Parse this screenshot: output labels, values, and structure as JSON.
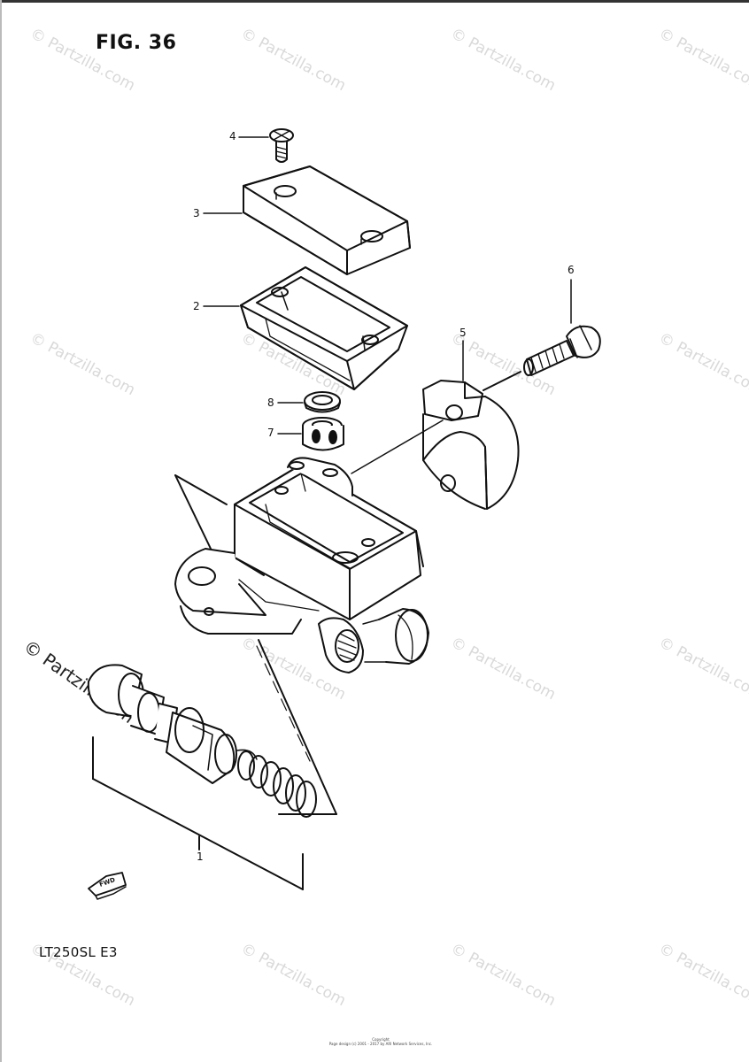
{
  "figure": {
    "title": "FIG. 36",
    "model": "LT250SL  E3"
  },
  "callouts": [
    "1",
    "2",
    "3",
    "4",
    "5",
    "6",
    "7",
    "8"
  ],
  "watermark": {
    "text": "© Partzilla.com",
    "color": "#d9d9d9"
  },
  "fwd_label": "FWD",
  "copyright": {
    "line1": "Copyright",
    "line2": "Page design (c) 2001 - 2017 by ARI Network Services, Inc."
  }
}
